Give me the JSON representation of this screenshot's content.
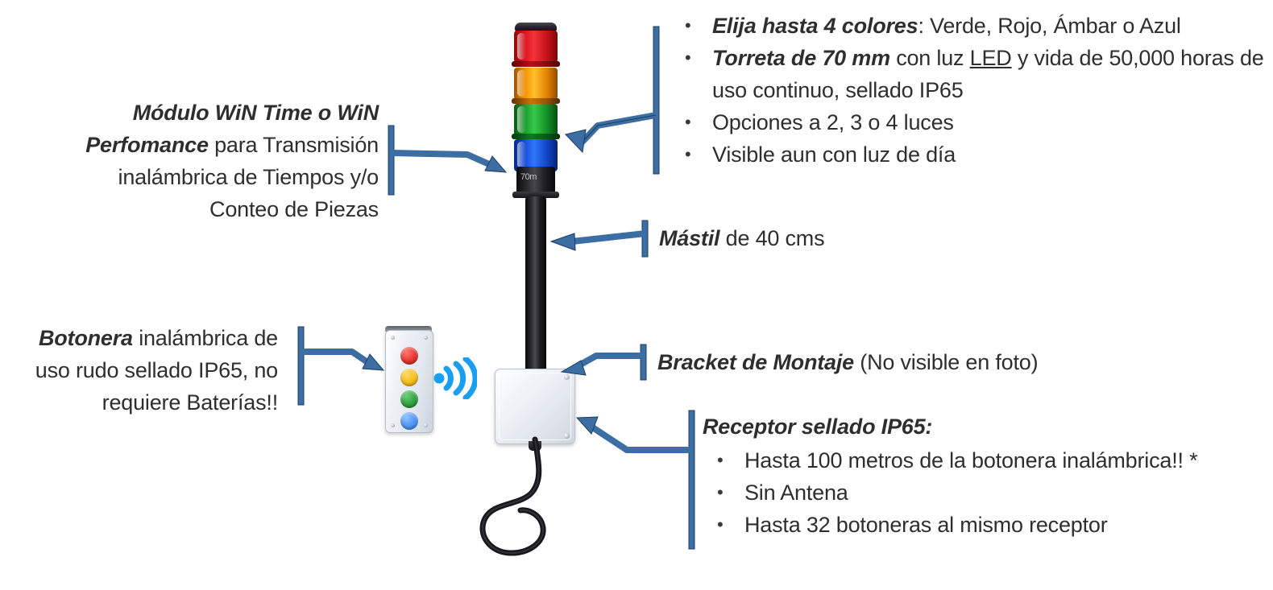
{
  "diagram": {
    "title": "Torreta inalámbrica WiN - diagrama de producto",
    "accent_color": "#3d6ea3",
    "accent_dark": "#1c3c66",
    "text_color": "#2e2e2e"
  },
  "callouts": {
    "modulo": {
      "name": "modulo-win",
      "lines": [
        {
          "bold": "Módulo WiN Time o WiN",
          "rest": ""
        },
        {
          "bold": "Perfomance",
          "rest": " para Transmisión"
        },
        {
          "bold": "",
          "rest": "inalámbrica de Tiempos y/o"
        },
        {
          "bold": "",
          "rest": "Conteo de Piezas"
        }
      ]
    },
    "torreta": {
      "name": "torreta-specs",
      "bullets": [
        {
          "bold": "Elija hasta 4 colores",
          "rest": ": Verde, Rojo, Ámbar o Azul",
          "underline": ""
        },
        {
          "bold": "Torreta de 70 mm",
          "rest": " con luz ",
          "underline": "LED",
          "rest2": " y vida de 50,000 horas de uso continuo, sellado IP65"
        },
        {
          "bold": "",
          "rest": "Opciones a 2, 3 o 4 luces"
        },
        {
          "bold": "",
          "rest": "Visible aun con luz de día"
        }
      ]
    },
    "mastil": {
      "name": "mastil",
      "bold": "Mástil",
      "rest": " de 40 cms"
    },
    "botonera": {
      "name": "botonera",
      "lines": [
        {
          "bold": "Botonera",
          "rest": " inalámbrica de"
        },
        {
          "bold": "",
          "rest": "uso rudo sellado IP65, no"
        },
        {
          "bold": "",
          "rest": "requiere Baterías!!"
        }
      ]
    },
    "bracket": {
      "name": "bracket-montaje",
      "bold": "Bracket de Montaje",
      "rest": " (No visible en foto)"
    },
    "receptor": {
      "name": "receptor-specs",
      "heading": "Receptor sellado IP65:",
      "bullets": [
        "Hasta 100 metros de la botonera inalámbrica!! *",
        "Sin Antena",
        "Hasta 32 botoneras al mismo receptor"
      ]
    }
  },
  "product": {
    "tower": {
      "name": "stack-light-tower",
      "segments": [
        {
          "color_name": "Rojo",
          "hex": "#d8101a"
        },
        {
          "color_name": "Ámbar",
          "hex": "#f08b00"
        },
        {
          "color_name": "Verde",
          "hex": "#14962a"
        },
        {
          "color_name": "Azul",
          "hex": "#1348d6"
        }
      ],
      "base_label": "70m"
    },
    "button_box": {
      "name": "wireless-button-box",
      "buttons": [
        {
          "color_name": "Rojo",
          "hex": "#e4342d"
        },
        {
          "color_name": "Ámbar",
          "hex": "#f5bc18"
        },
        {
          "color_name": "Verde",
          "hex": "#2f9f3f"
        },
        {
          "color_name": "Azul",
          "hex": "#4d93f0"
        }
      ],
      "signal_icon": "wifi-icon",
      "signal_color": "#1a9ef0"
    },
    "receiver": {
      "name": "receiver-box"
    },
    "bullet_glyph": "•"
  }
}
